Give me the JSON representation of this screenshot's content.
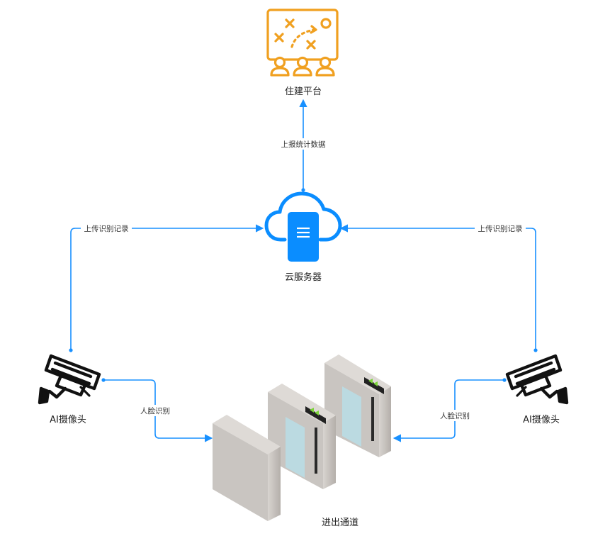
{
  "colors": {
    "connector": "#1890ff",
    "platform_icon": "#f0a020",
    "cloud_icon": "#0a8dff",
    "camera_icon": "#111111",
    "gate_body": "#c9c5c1",
    "gate_glass": "#b9dde6"
  },
  "nodes": {
    "platform": {
      "label": "住建平台",
      "icon": "strategy-board-icon"
    },
    "cloud": {
      "label": "云服务器",
      "icon": "cloud-server-icon"
    },
    "camera_left": {
      "label": "AI摄像头",
      "icon": "security-camera-icon"
    },
    "camera_right": {
      "label": "AI摄像头",
      "icon": "security-camera-icon"
    },
    "gates": {
      "label": "进出通道",
      "icon": "turnstile-gate-icon"
    }
  },
  "edges": {
    "cloud_to_platform": {
      "label": "上报统计数据"
    },
    "left_camera_to_cloud": {
      "label": "上传识别记录"
    },
    "right_camera_to_cloud": {
      "label": "上传识别记录"
    },
    "left_camera_to_gate": {
      "label": "人脸识别"
    },
    "right_camera_to_gate": {
      "label": "人脸识别"
    }
  }
}
